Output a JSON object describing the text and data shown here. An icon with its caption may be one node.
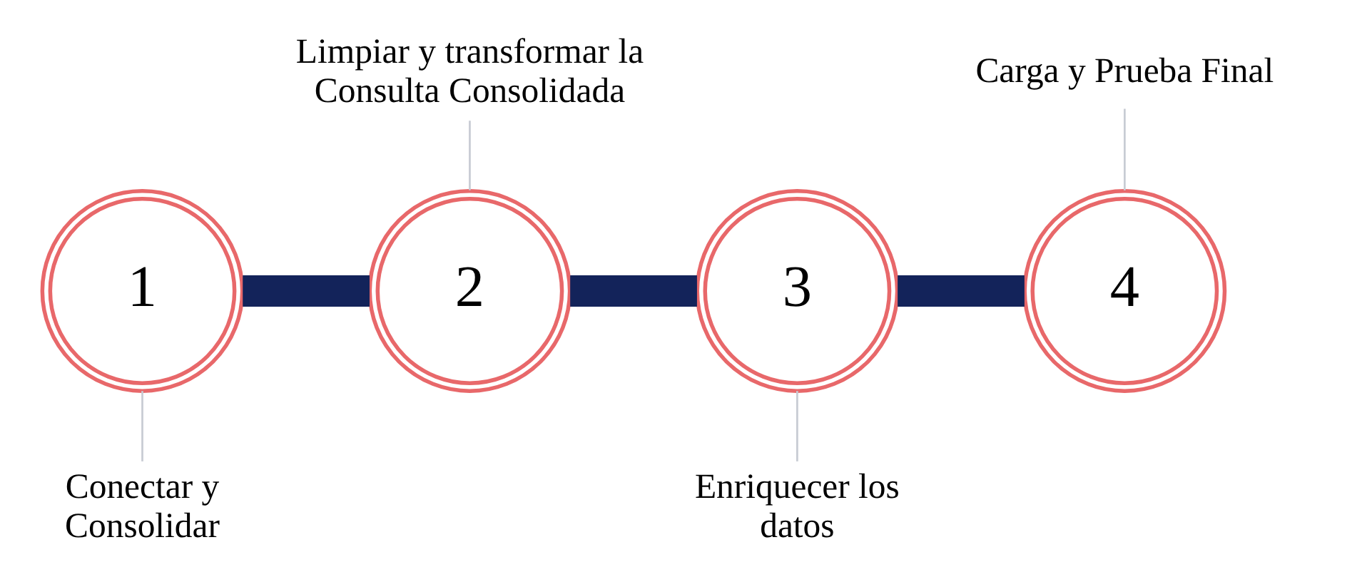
{
  "diagram": {
    "nodes": [
      {
        "text": [
          "Limpiar y transformar la Consulta Consolidada"
        ]
      },
      {
        "text": [
          "Carga y Prueba Final"
        ]
      },
      {
        "text": [
          "1"
        ]
      },
      {
        "text": [
          "2"
        ]
      },
      {
        "text": [
          "3"
        ]
      },
      {
        "text": [
          "4"
        ]
      },
      {
        "text": [
          "Conectar y Consolidar"
        ]
      },
      {
        "text": [
          "Enriquecer los datos"
        ]
      }
    ],
    "edges": [
      {
        "from": 2,
        "to": 3,
        "arrow": "none",
        "style": "thick",
        "color": "#13235a"
      },
      {
        "from": 3,
        "to": 4,
        "arrow": "none",
        "style": "thick",
        "color": "#13235a"
      },
      {
        "from": 4,
        "to": 5,
        "arrow": "none",
        "style": "thick",
        "color": "#13235a"
      },
      {
        "from": 0,
        "to": 3,
        "arrow": "none"
      },
      {
        "from": 1,
        "to": 5,
        "arrow": "none"
      },
      {
        "from": 2,
        "to": 6,
        "arrow": "none"
      },
      {
        "from": 4,
        "to": 7,
        "arrow": "none"
      }
    ]
  }
}
